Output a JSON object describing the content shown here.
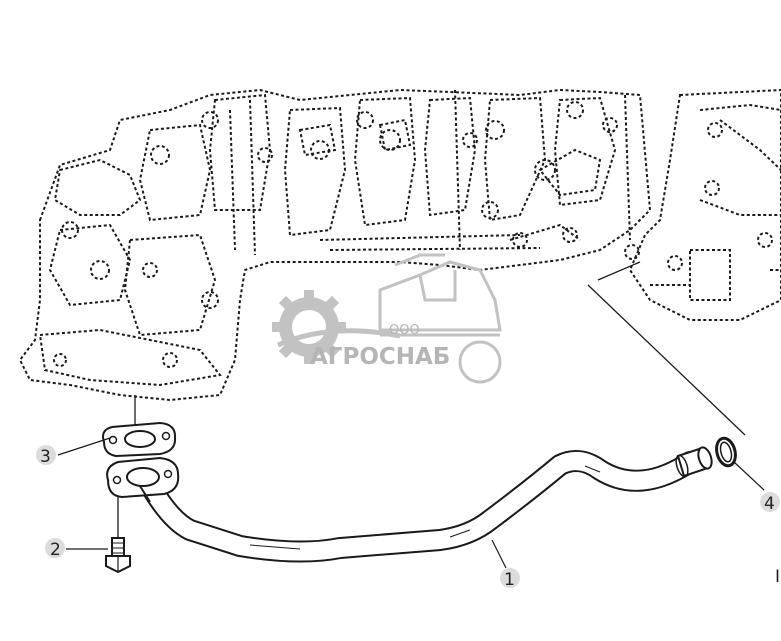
{
  "diagram": {
    "callouts": [
      {
        "id": "1",
        "label": "1"
      },
      {
        "id": "2",
        "label": "2"
      },
      {
        "id": "3",
        "label": "3"
      },
      {
        "id": "4",
        "label": "4"
      }
    ],
    "edge_mark": "I"
  },
  "watermark": {
    "company_prefix": "ООО",
    "company_name": "АГРОСНАБ",
    "color": "#b5b5b5"
  }
}
